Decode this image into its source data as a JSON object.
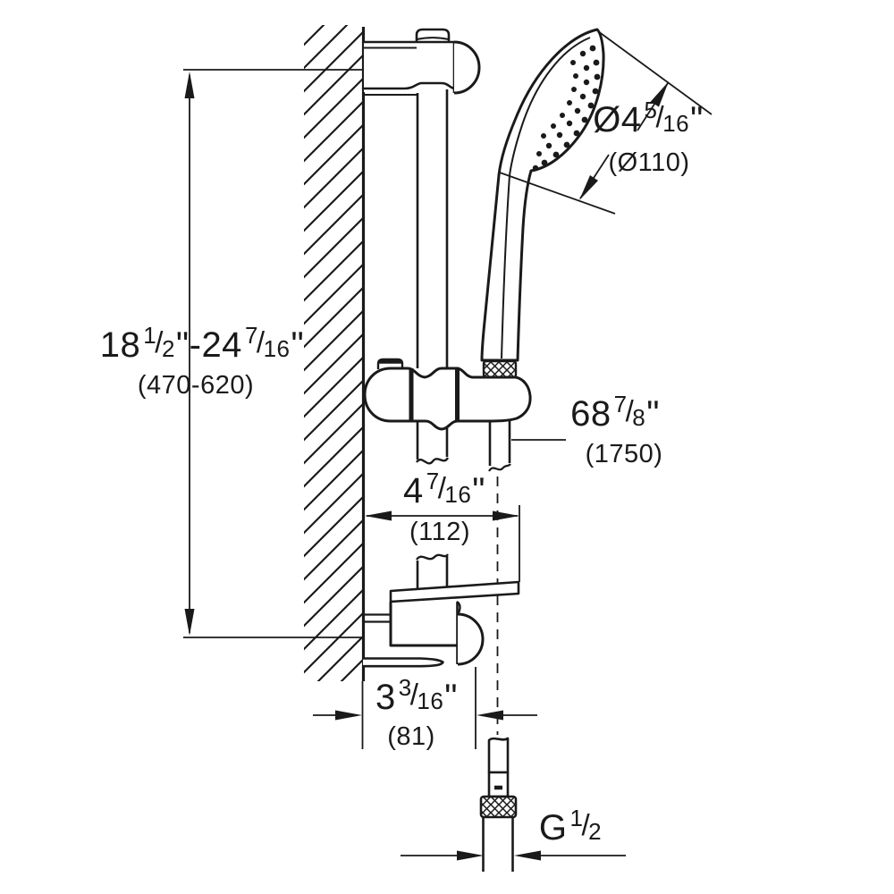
{
  "drawing": {
    "type_note": "shower rail set dimensional drawing",
    "colors": {
      "ink": "#1a1a1a",
      "background": "#ffffff"
    },
    "glyphs": {
      "slash": "/"
    },
    "dimensions": {
      "height_range": {
        "whole1": "18",
        "num1": "1",
        "den1": "2",
        "quote1": "\"",
        "dash": "-",
        "whole2": "24",
        "num2": "7",
        "den2": "16",
        "quote2": "\"",
        "metric": "(470-620)"
      },
      "head_diameter": {
        "prefix": "Ø4",
        "num": "5",
        "den": "16",
        "quote": "\"",
        "metric": "(Ø110)"
      },
      "hose_length": {
        "whole": "68",
        "num": "7",
        "den": "8",
        "quote": "\"",
        "metric": "(1750)"
      },
      "bar_width": {
        "whole": "4",
        "num": "7",
        "den": "16",
        "quote": "\"",
        "metric": "(112)"
      },
      "wall_offset": {
        "whole": "3",
        "num": "3",
        "den": "16",
        "quote": "\"",
        "metric": "(81)"
      },
      "thread": {
        "prefix": "G",
        "num": "1",
        "den": "2"
      }
    }
  }
}
